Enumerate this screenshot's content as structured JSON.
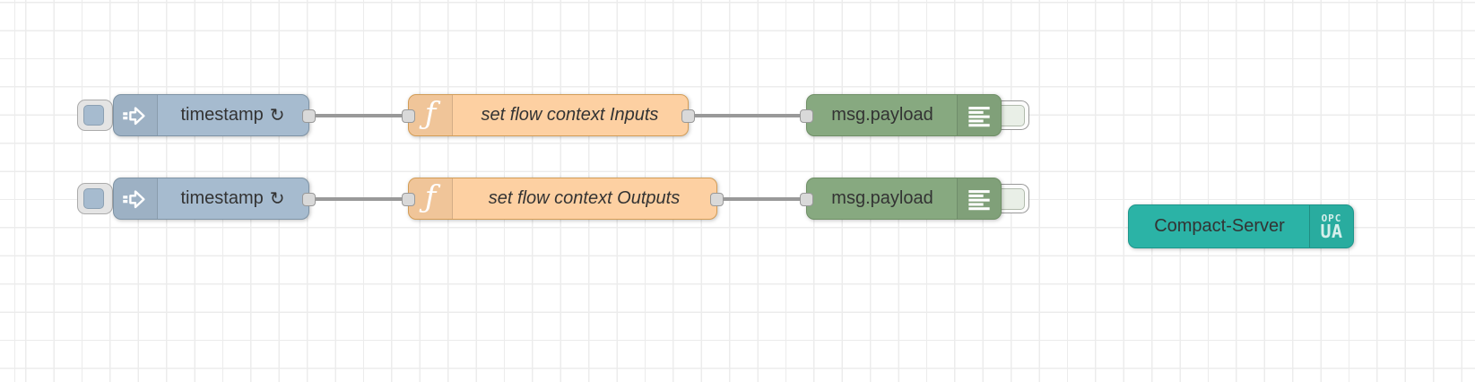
{
  "colors": {
    "canvas_bg": "#ffffff",
    "grid_line": "#ececec",
    "wire": "#999999",
    "inject_node": "#a6bbcf",
    "function_node": "#fdd0a2",
    "debug_node": "#87a980",
    "server_node": "#2bb3a6",
    "label_text": "#333333"
  },
  "nodes": {
    "inject1": {
      "label": "timestamp",
      "repeat_symbol": "↻"
    },
    "function1": {
      "label": "set flow context Inputs"
    },
    "debug1": {
      "label": "msg.payload"
    },
    "inject2": {
      "label": "timestamp",
      "repeat_symbol": "↻"
    },
    "function2": {
      "label": "set flow context Outputs"
    },
    "debug2": {
      "label": "msg.payload"
    },
    "server": {
      "label": "Compact-Server",
      "badge_line1": "OPC",
      "badge_line2": "UA"
    }
  },
  "icons": {
    "inject": "arrow-right-icon",
    "function_glyph": "ƒ",
    "debug": "list-lines-icon",
    "server_badge": "opc-ua-logo"
  }
}
